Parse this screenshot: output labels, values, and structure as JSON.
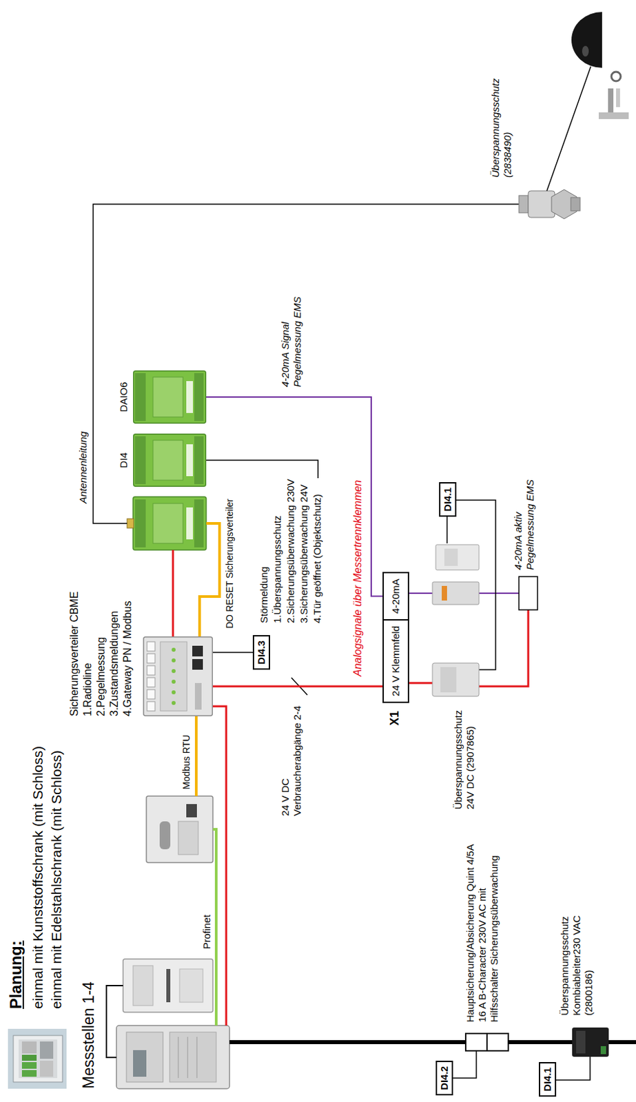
{
  "diagram": {
    "nodes": [
      {
        "text": [
          "Sicherungsverteiler CBME",
          "1.Radioline",
          "2.Pegelmessung",
          "3.Zustandsmeldungen",
          "4.Gateway PN / Modbus"
        ]
      },
      {
        "text": [
          "DI4"
        ]
      },
      {
        "text": [
          "DAIO6"
        ]
      },
      {
        "text": [
          "DI4.3"
        ]
      },
      {
        "text": [
          "DI4.2"
        ]
      },
      {
        "text": [
          "DI4.1"
        ]
      },
      {
        "text": [
          "24 V Klemmfeld"
        ]
      },
      {
        "text": [
          "4-20mA"
        ]
      },
      {
        "text": [
          "DI4.1"
        ]
      }
    ],
    "edges": [
      {
        "from": 3,
        "to": 0,
        "arrow": "none"
      },
      {
        "from": 0,
        "to": 6,
        "arrow": "none"
      },
      {
        "from": 2,
        "to": 7,
        "arrow": "none"
      }
    ],
    "labels": [
      "Planung:",
      "einmal mit Kunststoffschrank (mit Schloss)",
      "einmal mit Edelstahlschrank (mit Schloss)",
      "Messstellen 1-4",
      "Profinet",
      "Modbus RTU",
      "DO RESET Sicherungsverteiler",
      "Antennenleitung",
      "Überspannungsschutz (2838490)",
      "4-20mA Signal Pegelmessung EMS",
      "Störmeldung",
      "1.Überspannungsschutz",
      "2.Sicherungsüberwachung 230V",
      "3.Sicherungsüberwachung 24V",
      "4.Tür geöffnet (Objektschutz)",
      "24 V DC Verbraucherabgänge 2-4",
      "Hauptsicherung/Absicherung Quint 4/5A 16 A B-Character 230V AC mit Hilfsschalter Sicherungsüberwachung",
      "X1",
      "Analogsignale über Messertrennklemmen",
      "Überspannungsschutz 24V DC (2907865)",
      "4-20mA aktiv Pegelmessung EMS",
      "Überspannungsschutz Kombiableiter230 VAC (2800186)"
    ]
  }
}
